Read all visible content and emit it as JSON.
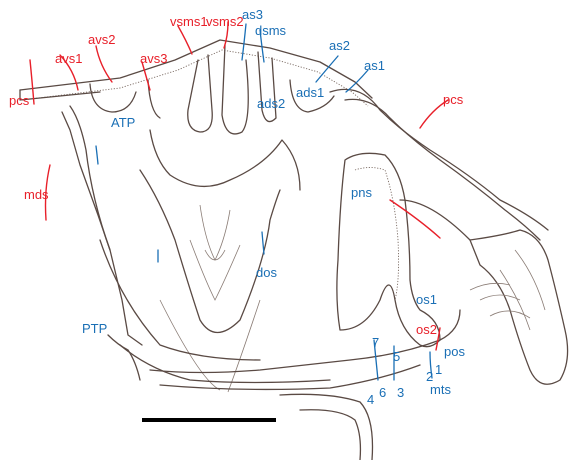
{
  "labels_red": [
    "pcs",
    "avs1",
    "avs2",
    "avs3",
    "vsms1",
    "vsms2",
    "mds",
    "pcs",
    "os2"
  ],
  "labels_blue": [
    "as3",
    "dsms",
    "as2",
    "as1",
    "ads2",
    "ads1",
    "ATP",
    "pns",
    "dos",
    "PTP",
    "os1",
    "7",
    "5",
    "6",
    "3",
    "4",
    "2",
    "1",
    "pos",
    "mts"
  ],
  "colors": {
    "red": "#e8202a",
    "blue": "#1a6fb5",
    "outline": "#5a4a44",
    "scale_bar": "#000000"
  }
}
